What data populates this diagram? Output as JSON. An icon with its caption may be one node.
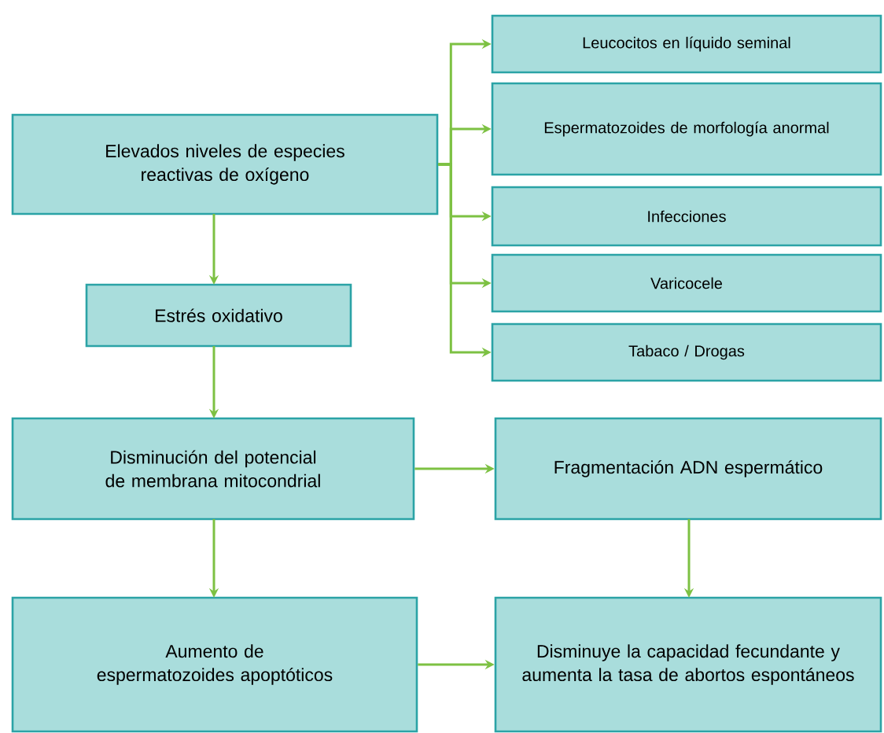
{
  "diagram": {
    "nodes": [
      {
        "text": [
          "Elevados niveles de especies reactivas de oxígeno"
        ]
      },
      {
        "text": [
          "Leucocitos en líquido seminal"
        ]
      },
      {
        "text": [
          "Espermatozoides de morfología anormal"
        ]
      },
      {
        "text": [
          "Infecciones"
        ]
      },
      {
        "text": [
          "Varicocele"
        ]
      },
      {
        "text": [
          "Tabaco / Drogas"
        ]
      },
      {
        "text": [
          "Estrés oxidativo"
        ]
      },
      {
        "text": [
          "Disminución del potencial de membrana mitocondrial"
        ]
      },
      {
        "text": [
          "Fragmentación ADN espermático"
        ]
      },
      {
        "text": [
          "Aumento de espermatozoides apoptóticos"
        ]
      },
      {
        "text": [
          "Disminuye la capacidad fecundante y aumenta la tasa de abortos espontáneos"
        ]
      }
    ],
    "edges": [
      {
        "from": 0,
        "to": 1,
        "arrow": "to"
      },
      {
        "from": 0,
        "to": 2,
        "arrow": "to"
      },
      {
        "from": 0,
        "to": 3,
        "arrow": "to"
      },
      {
        "from": 0,
        "to": 4,
        "arrow": "to"
      },
      {
        "from": 0,
        "to": 5,
        "arrow": "to"
      },
      {
        "from": 0,
        "to": 6,
        "arrow": "to"
      },
      {
        "from": 6,
        "to": 7,
        "arrow": "to"
      },
      {
        "from": 7,
        "to": 8,
        "arrow": "to"
      },
      {
        "from": 7,
        "to": 9,
        "arrow": "to"
      },
      {
        "from": 8,
        "to": 10,
        "arrow": "to"
      },
      {
        "from": 9,
        "to": 10,
        "arrow": "to"
      }
    ]
  }
}
